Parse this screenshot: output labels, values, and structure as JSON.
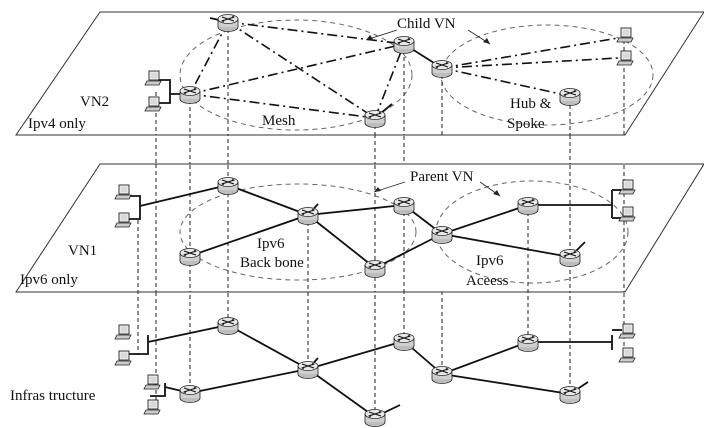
{
  "labels": {
    "child_vn": "Child VN",
    "vn2_name": "VN2",
    "vn2_note": "Ipv4 only",
    "mesh": "Mesh",
    "hub_line1": "Hub &",
    "hub_line2": "Spoke",
    "parent_vn": "Parent VN",
    "vn1_name": "VN1",
    "vn1_note": "Ipv6 only",
    "backbone_line1": "Ipv6",
    "backbone_line2": "Back bone",
    "access_line1": "Ipv6",
    "access_line2": "Aceess",
    "infrastructure": "Infras tructure"
  },
  "icons": [
    "router-icon",
    "host-pc-icon"
  ]
}
